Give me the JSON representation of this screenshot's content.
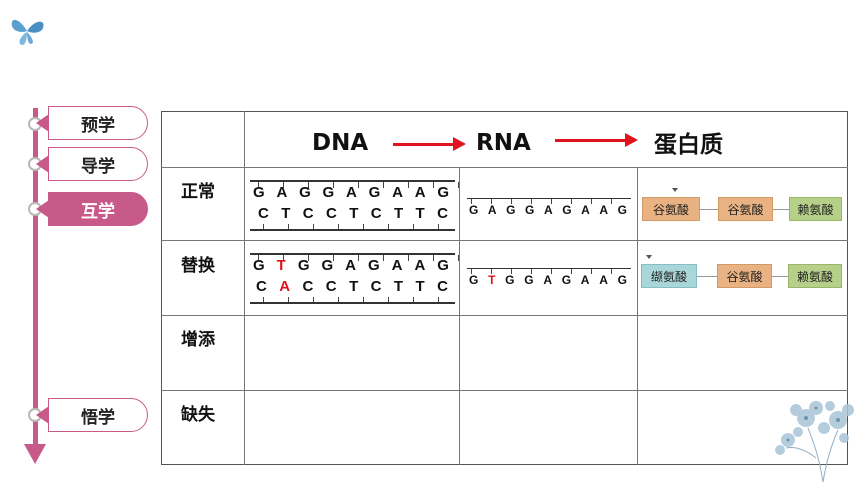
{
  "nav": {
    "items": [
      {
        "label": "预学",
        "active": false
      },
      {
        "label": "导学",
        "active": false
      },
      {
        "label": "互学",
        "active": true
      },
      {
        "label": "悟学",
        "active": false
      }
    ],
    "accent_color": "#c85a8a"
  },
  "table": {
    "header": {
      "dna": "DNA",
      "rna": "RNA",
      "protein": "蛋白质"
    },
    "rows": [
      {
        "label": "正常"
      },
      {
        "label": "替换"
      },
      {
        "label": "增添"
      },
      {
        "label": "缺失"
      }
    ]
  },
  "normal": {
    "dna_top": [
      "G",
      "A",
      "G",
      "G",
      "A",
      "G",
      "A",
      "A",
      "G"
    ],
    "dna_bottom": [
      "C",
      "T",
      "C",
      "C",
      "T",
      "C",
      "T",
      "T",
      "C"
    ],
    "rna": [
      "G",
      "A",
      "G",
      "G",
      "A",
      "G",
      "A",
      "A",
      "G"
    ],
    "amino_acids": [
      "谷氨酸",
      "谷氨酸",
      "赖氨酸"
    ]
  },
  "substitution": {
    "dna_top": [
      "G",
      "T",
      "G",
      "G",
      "A",
      "G",
      "A",
      "A",
      "G"
    ],
    "dna_bottom": [
      "C",
      "A",
      "C",
      "C",
      "T",
      "C",
      "T",
      "T",
      "C"
    ],
    "rna": [
      "G",
      "T",
      "G",
      "G",
      "A",
      "G",
      "A",
      "A",
      "G"
    ],
    "highlight_index": 1,
    "amino_acids": [
      "缬氨酸",
      "谷氨酸",
      "赖氨酸"
    ]
  },
  "colors": {
    "mutation": "#e0141e",
    "arrow": "#e0141e"
  }
}
